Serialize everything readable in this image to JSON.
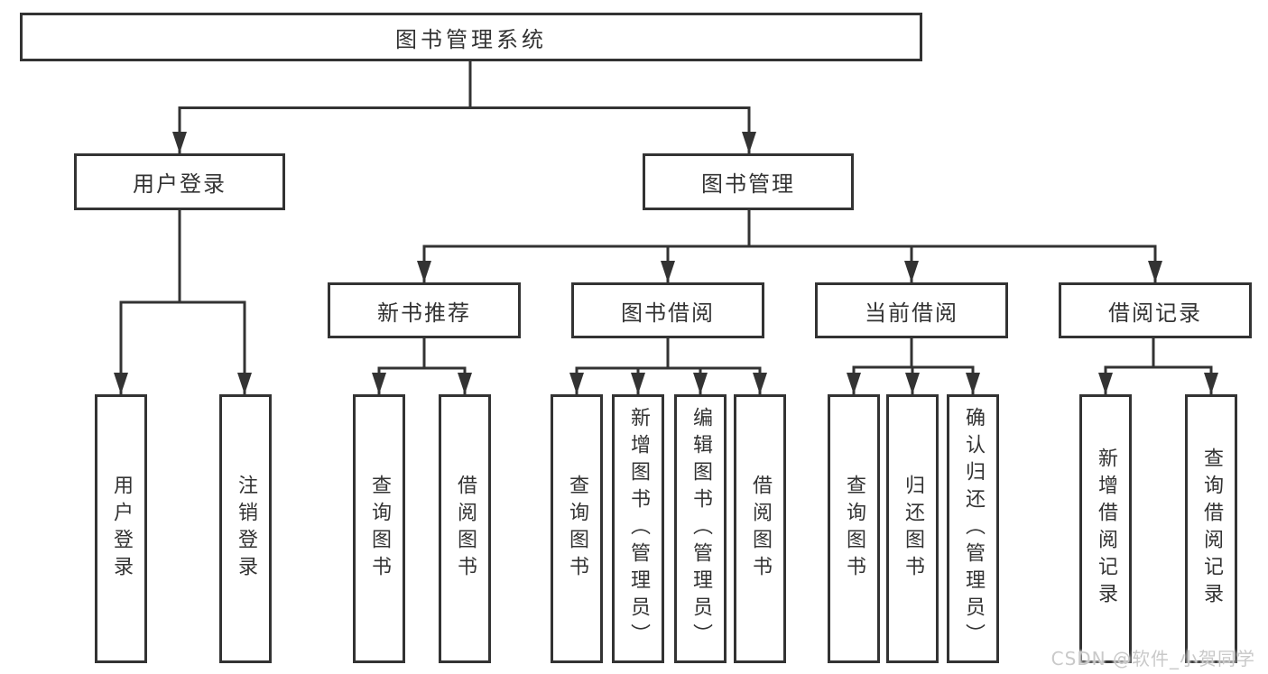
{
  "diagram": {
    "root": {
      "label": "图书管理系统"
    },
    "branches": [
      {
        "label": "用户登录",
        "children": [
          {
            "label": "用户登录"
          },
          {
            "label": "注销登录"
          }
        ]
      },
      {
        "label": "图书管理",
        "children": [
          {
            "label": "新书推荐",
            "children": [
              {
                "label": "查询图书"
              },
              {
                "label": "借阅图书"
              }
            ]
          },
          {
            "label": "图书借阅",
            "children": [
              {
                "label": "查询图书"
              },
              {
                "label": "新增图书（管理员）"
              },
              {
                "label": "编辑图书（管理员）"
              },
              {
                "label": "借阅图书"
              }
            ]
          },
          {
            "label": "当前借阅",
            "children": [
              {
                "label": "查询图书"
              },
              {
                "label": "归还图书"
              },
              {
                "label": "确认归还（管理员）"
              }
            ]
          },
          {
            "label": "借阅记录",
            "children": [
              {
                "label": "新增借阅记录"
              },
              {
                "label": "查询借阅记录"
              }
            ]
          }
        ]
      }
    ]
  },
  "watermark": {
    "text": "CSDN @软件_小贺同学"
  },
  "colors": {
    "line": "#333333",
    "box_border": "#333333",
    "text": "#333333",
    "watermark": "#c9c9c9",
    "background": "#ffffff"
  }
}
